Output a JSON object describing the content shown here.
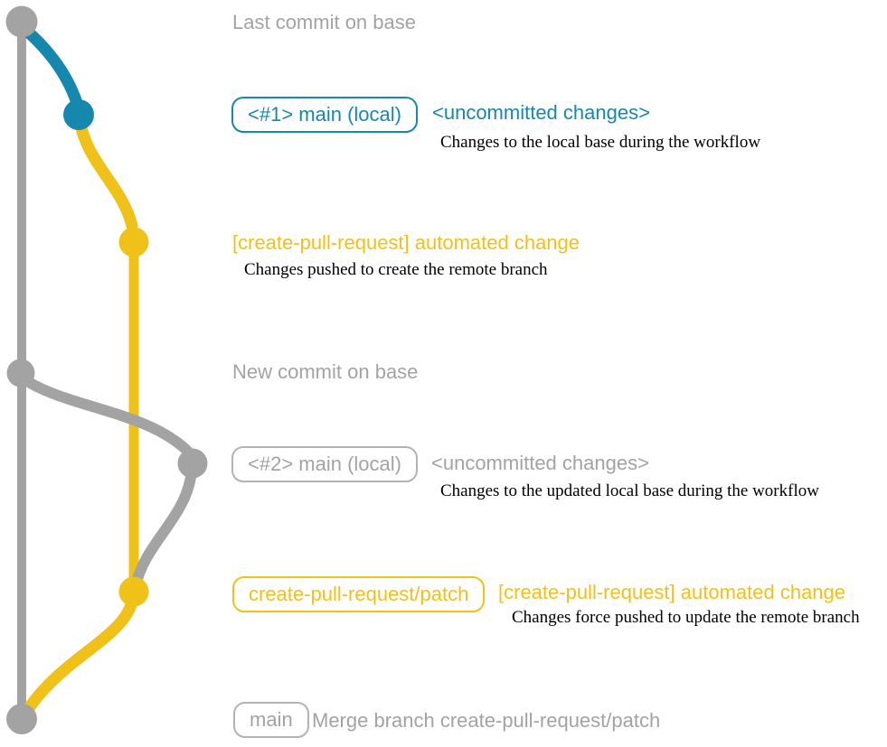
{
  "colors": {
    "gray": "#a3a3a3",
    "blue": "#1688ae",
    "yellow": "#f0c219",
    "description_text": "#000000",
    "background": "#ffffff"
  },
  "graph": {
    "branches": [
      {
        "name": "base",
        "color": "#a3a3a3"
      },
      {
        "name": "main (local)",
        "color": "#1688ae"
      },
      {
        "name": "create-pull-request/patch",
        "color": "#f0c219"
      }
    ],
    "commits": [
      {
        "id": "last-commit-on-base",
        "color": "#a3a3a3"
      },
      {
        "id": "main-local-1",
        "color": "#1688ae"
      },
      {
        "id": "automated-change-1",
        "color": "#f0c219"
      },
      {
        "id": "new-commit-on-base",
        "color": "#a3a3a3"
      },
      {
        "id": "main-local-2",
        "color": "#a3a3a3"
      },
      {
        "id": "automated-change-2",
        "color": "#f0c219"
      },
      {
        "id": "merge-commit",
        "color": "#a3a3a3"
      }
    ]
  },
  "annotations": {
    "last_commit_label": "Last commit on base",
    "row1": {
      "badge": "<#1> main (local)",
      "title": "<uncommitted changes>",
      "description": "Changes to the local base during the workflow"
    },
    "row2": {
      "title": "[create-pull-request] automated change",
      "description": "Changes pushed to create the remote branch"
    },
    "new_commit_label": "New commit on base",
    "row3": {
      "badge": "<#2> main (local)",
      "title": "<uncommitted changes>",
      "description": "Changes to the updated local base during the workflow"
    },
    "row4": {
      "badge": "create-pull-request/patch",
      "title": "[create-pull-request] automated change",
      "description": "Changes force pushed to update the remote branch"
    },
    "merge": {
      "badge": "main",
      "label": "Merge branch create-pull-request/patch"
    }
  }
}
